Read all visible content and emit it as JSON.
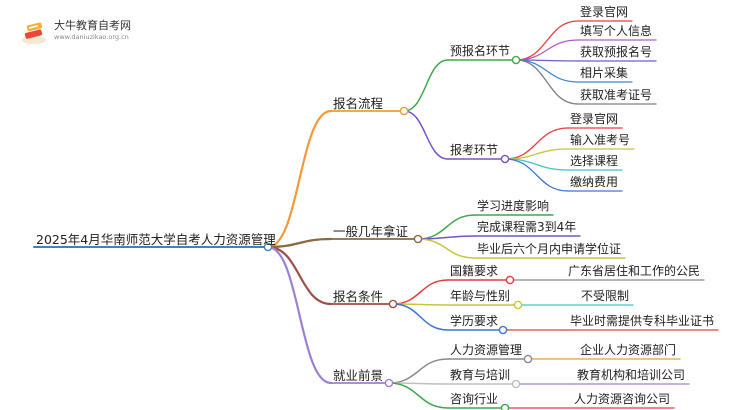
{
  "brand": {
    "name": "大牛教育自考网",
    "url": "www.daniuzikao.org.cn",
    "logo_icon": "book-stack-icon",
    "colors": {
      "book_red": "#e84a35",
      "book_yellow": "#f3b13a"
    }
  },
  "mindmap": {
    "root": {
      "label": "2025年4月华南师范大学自考人力资源管理",
      "color": "#3f82c4"
    },
    "branches": [
      {
        "label": "报名流程",
        "color": "#f29a3a",
        "children": [
          {
            "label": "预报名环节",
            "color": "#3da84a",
            "children": [
              {
                "label": "登录官网",
                "color": "#e43d3d"
              },
              {
                "label": "填写个人信息",
                "color": "#b45cc3"
              },
              {
                "label": "获取预报名号",
                "color": "#6a5fd1"
              },
              {
                "label": "相片采集",
                "color": "#3a86d9"
              },
              {
                "label": "获取准考证号",
                "color": "#7f7f7f"
              }
            ]
          },
          {
            "label": "报考环节",
            "color": "#7653c8",
            "children": [
              {
                "label": "登录官网",
                "color": "#e43d3d"
              },
              {
                "label": "输入准考号",
                "color": "#c6c63a"
              },
              {
                "label": "选择课程",
                "color": "#3cc6c2"
              },
              {
                "label": "缴纳费用",
                "color": "#3a73d9"
              }
            ]
          }
        ]
      },
      {
        "label": "一般几年拿证",
        "color": "#8a6a3e",
        "children": [
          {
            "label": "学习进度影响",
            "color": "#3da84a",
            "children": []
          },
          {
            "label": "完成课程需3到4年",
            "color": "#7653c8",
            "children": []
          },
          {
            "label": "毕业后六个月内申请学位证",
            "color": "#c6c63a",
            "children": []
          }
        ]
      },
      {
        "label": "报名条件",
        "color": "#9e4f45",
        "children": [
          {
            "label": "国籍要求",
            "color": "#e43d3d",
            "children": [
              {
                "label": "广东省居住和工作的公民",
                "color": "#8a8a8a"
              }
            ]
          },
          {
            "label": "年龄与性别",
            "color": "#c6c63a",
            "children": [
              {
                "label": "不受限制",
                "color": "#3cc6c2"
              }
            ]
          },
          {
            "label": "学历要求",
            "color": "#3a73d9",
            "children": [
              {
                "label": "毕业时需提供专科毕业证书",
                "color": "#e43d3d"
              }
            ]
          }
        ]
      },
      {
        "label": "就业前景",
        "color": "#9d7fd4",
        "children": [
          {
            "label": "人力资源管理",
            "color": "#8a8a8a",
            "children": [
              {
                "label": "企业人力资源部门",
                "color": "#f29a3a"
              }
            ]
          },
          {
            "label": "教育与培训",
            "color": "#bfbfbf",
            "children": [
              {
                "label": "教育机构和培训公司",
                "color": "#9d7fd4"
              }
            ]
          },
          {
            "label": "咨询行业",
            "color": "#3da84a",
            "children": [
              {
                "label": "人力资源咨询公司",
                "color": "#e43d3d"
              }
            ]
          }
        ]
      }
    ]
  }
}
